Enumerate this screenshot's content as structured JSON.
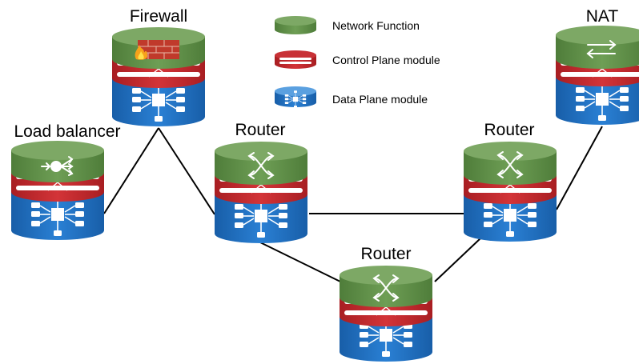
{
  "legend": {
    "network_function": "Network Function",
    "control_plane": "Control Plane module",
    "data_plane": "Data Plane module"
  },
  "nodes": {
    "firewall": {
      "label": "Firewall",
      "function_icon": "firewall-icon"
    },
    "nat": {
      "label": "NAT",
      "function_icon": "nat-arrows-icon"
    },
    "load_balancer": {
      "label": "Load balancer",
      "function_icon": "load-balancer-icon"
    },
    "router_left": {
      "label": "Router",
      "function_icon": "router-icon"
    },
    "router_right": {
      "label": "Router",
      "function_icon": "router-icon"
    },
    "router_bottom": {
      "label": "Router",
      "function_icon": "router-icon"
    }
  },
  "colors": {
    "network_function_green": "#5f8f46",
    "control_plane_red": "#c0292d",
    "data_plane_blue": "#1f6fc2",
    "link_black": "#000000"
  }
}
